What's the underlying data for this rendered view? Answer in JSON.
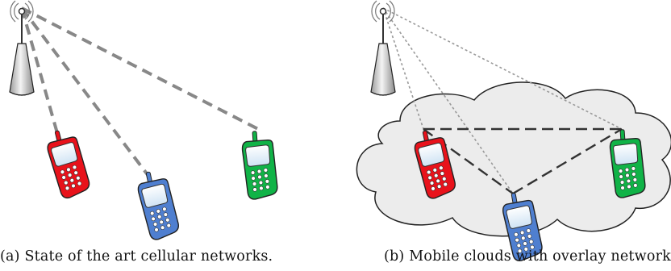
{
  "captions": {
    "a": "(a) State of the art cellular networks.",
    "b": "(b) Mobile clouds with overlay network."
  },
  "colors": {
    "phone_red": "#e8121b",
    "phone_blue": "#4f7fd0",
    "phone_green": "#10b347",
    "link_gray": "#888888",
    "overlay_dark": "#333333",
    "cloud_fill": "#ececec"
  },
  "icons": [
    "antenna-tower-icon",
    "mobile-phone-icon",
    "cloud-shape"
  ]
}
